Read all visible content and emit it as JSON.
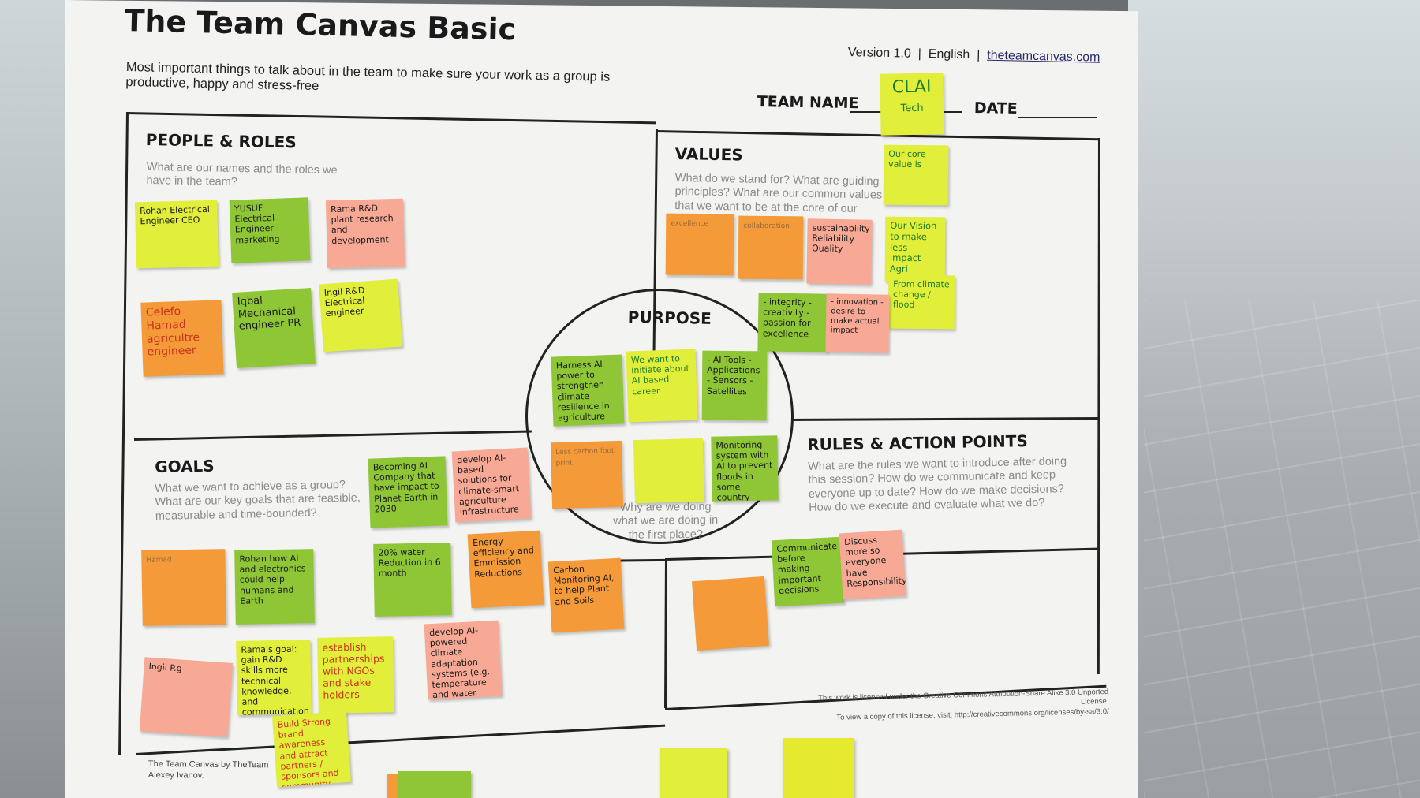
{
  "header": {
    "title": "The Team Canvas Basic",
    "subtitle": "Most important things to talk about in the team to make sure your work as a group is productive, happy and stress-free",
    "version": "Version 1.0",
    "language": "English",
    "website": "theteamcanvas.com",
    "team_name_label": "TEAM NAME",
    "team_name_value": "CLAI",
    "team_name_sub": "Tech",
    "date_label": "DATE"
  },
  "sections": {
    "people_roles": {
      "title": "PEOPLE & ROLES",
      "question": "What are our names and the roles we have in the team?"
    },
    "values": {
      "title": "VALUES",
      "question": "What do we stand for? What are guiding principles? What are our common values that we want to be at the core of our team?"
    },
    "purpose": {
      "title": "PURPOSE",
      "question": "Why are we doing what we are doing in the first place?"
    },
    "goals": {
      "title": "GOALS",
      "question": "What we want to achieve as a group? What are our key goals that are feasible, measurable and time-bounded?"
    },
    "rules": {
      "title": "RULES & ACTION POINTS",
      "question": "What are the rules we want to introduce after doing this session? How do we communicate and keep everyone up to date? How do we make decisions? How do we execute and evaluate what we do?"
    }
  },
  "notes": {
    "rohan": "Rohan Electrical Engineer CEO",
    "yusuf": "YUSUF Electrical Engineer marketing",
    "rama": "Rama R&D plant research and development",
    "hamad": "Celefo Hamad agricultre engineer",
    "iqbal": "Iqbal Mechanical engineer PR",
    "ingil": "Ingil R&D Electrical engineer",
    "v_excellence": "excellence",
    "v_collab": "collaboration",
    "v_sustain": "sustainability Reliability Quality",
    "v_integrity": "- integrity - creativity - passion for excellence",
    "v_innov": "- innovation - desire to make actual impact",
    "v_core": "Our core value is",
    "v_vision": "Our Vision to make less impact Agri culture crisis",
    "v_climate": "From climate change / flood",
    "p1": "Harness AI power to strengthen climate resilience in agriculture",
    "p2": "We want to initiate about AI based career",
    "p3": "- AI Tools - Applications - Sensors - Satellites",
    "p4": "Less carbon foot print",
    "p5": "",
    "p6": "Monitoring system with AI to prevent floods in some country",
    "g_hamad": "Hamad",
    "g_rohan": "Rohan how AI and electronics could help humans and Earth",
    "g_company": "Becoming AI Company that have impact to Planet Earth in 2030",
    "g_develop": "develop AI-based solutions for climate-smart agriculture infrastructure",
    "g_water": "20% water Reduction in 6 month",
    "g_energy": "Energy efficiency and Emmission Reductions",
    "g_carbon": "Carbon Monitoring AI, to help Plant and Soils",
    "g_ingil": "Ingil P.g",
    "g_rama": "Rama's goal: gain R&D skills more technical knowledge, and communication skills",
    "g_partner": "establish partnerships with NGOs and stake holders",
    "g_adapt": "develop AI-powered climate adaptation systems (e.g. temperature and water monitoring) for agriculture",
    "g_brand": "Build Strong brand awareness and attract partners / sponsors and community support",
    "r_comm": "Communicate before making important decisions",
    "r_discuss": "Discuss more so everyone have Responsibility",
    "r_orange": ""
  },
  "footer": {
    "license_line1": "This work is licensed under the Creative Commons Attribution-Share Alike 3.0 Unported License.",
    "license_line2": "To view a copy of this license, visit: http://creativecommons.org/licenses/by-sa/3.0/",
    "credit_line1": "The Team Canvas by TheTeam",
    "credit_line2": "Alexey Ivanov."
  },
  "colors": {
    "yellow_note": "#e1ef3a",
    "green_note": "#8ec635",
    "orange_note": "#f59a38",
    "pink_note": "#f8a995",
    "board": "#f3f3f1"
  }
}
